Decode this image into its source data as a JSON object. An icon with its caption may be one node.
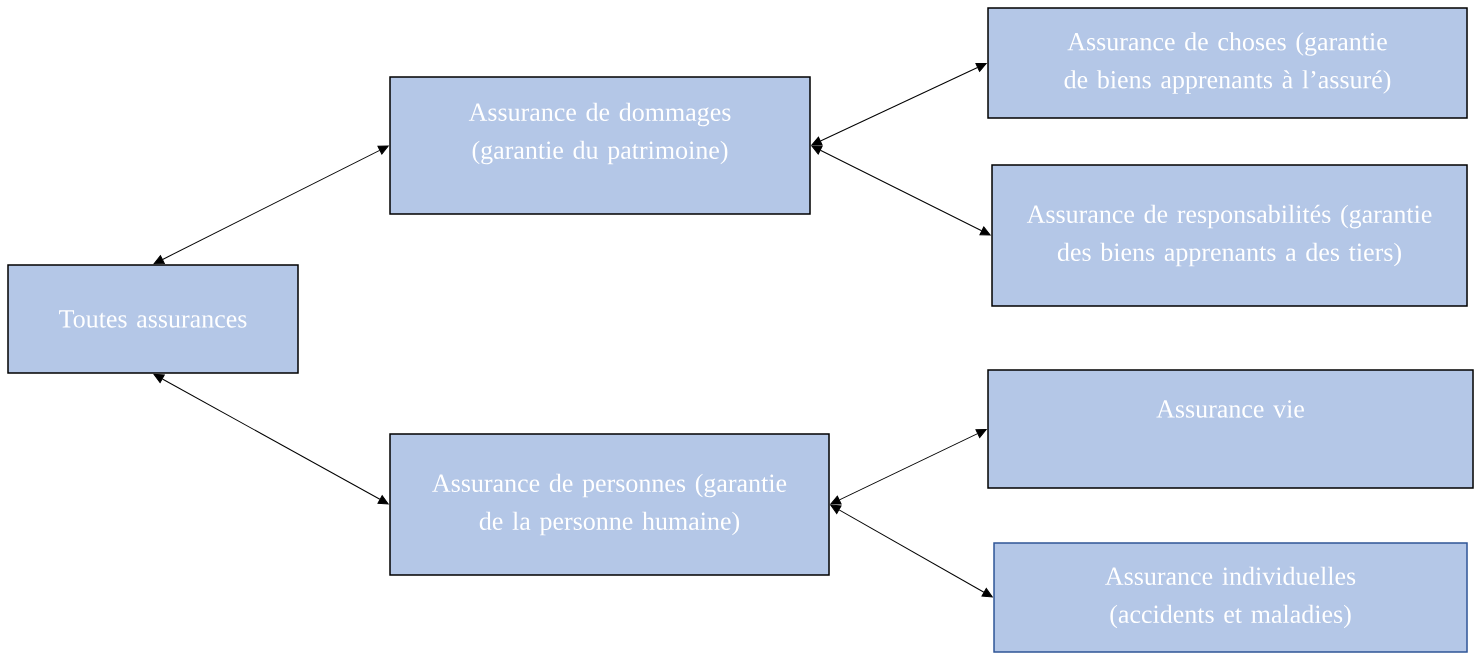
{
  "diagram": {
    "nodes": [
      {
        "text": [
          "Toutes assurances"
        ]
      },
      {
        "text": [
          "Assurance de dommages (garantie du patrimoine)"
        ]
      },
      {
        "text": [
          "Assurance de personnes (garantie de la personne humaine)"
        ]
      },
      {
        "text": [
          "Assurance de choses (garantie de biens apprenants à l’assuré)"
        ]
      },
      {
        "text": [
          "Assurance de responsabilités (garantie des biens apprenants a des tiers)"
        ]
      },
      {
        "text": [
          "Assurance vie"
        ]
      },
      {
        "text": [
          "Assurance individuelles (accidents et maladies)"
        ]
      }
    ],
    "edges": [
      {
        "from": 0,
        "to": 1,
        "arrow": "both"
      },
      {
        "from": 0,
        "to": 2,
        "arrow": "both"
      },
      {
        "from": 1,
        "to": 3,
        "arrow": "both"
      },
      {
        "from": 1,
        "to": 4,
        "arrow": "both"
      },
      {
        "from": 2,
        "to": 5,
        "arrow": "both"
      },
      {
        "from": 2,
        "to": 6,
        "arrow": "both"
      }
    ]
  }
}
